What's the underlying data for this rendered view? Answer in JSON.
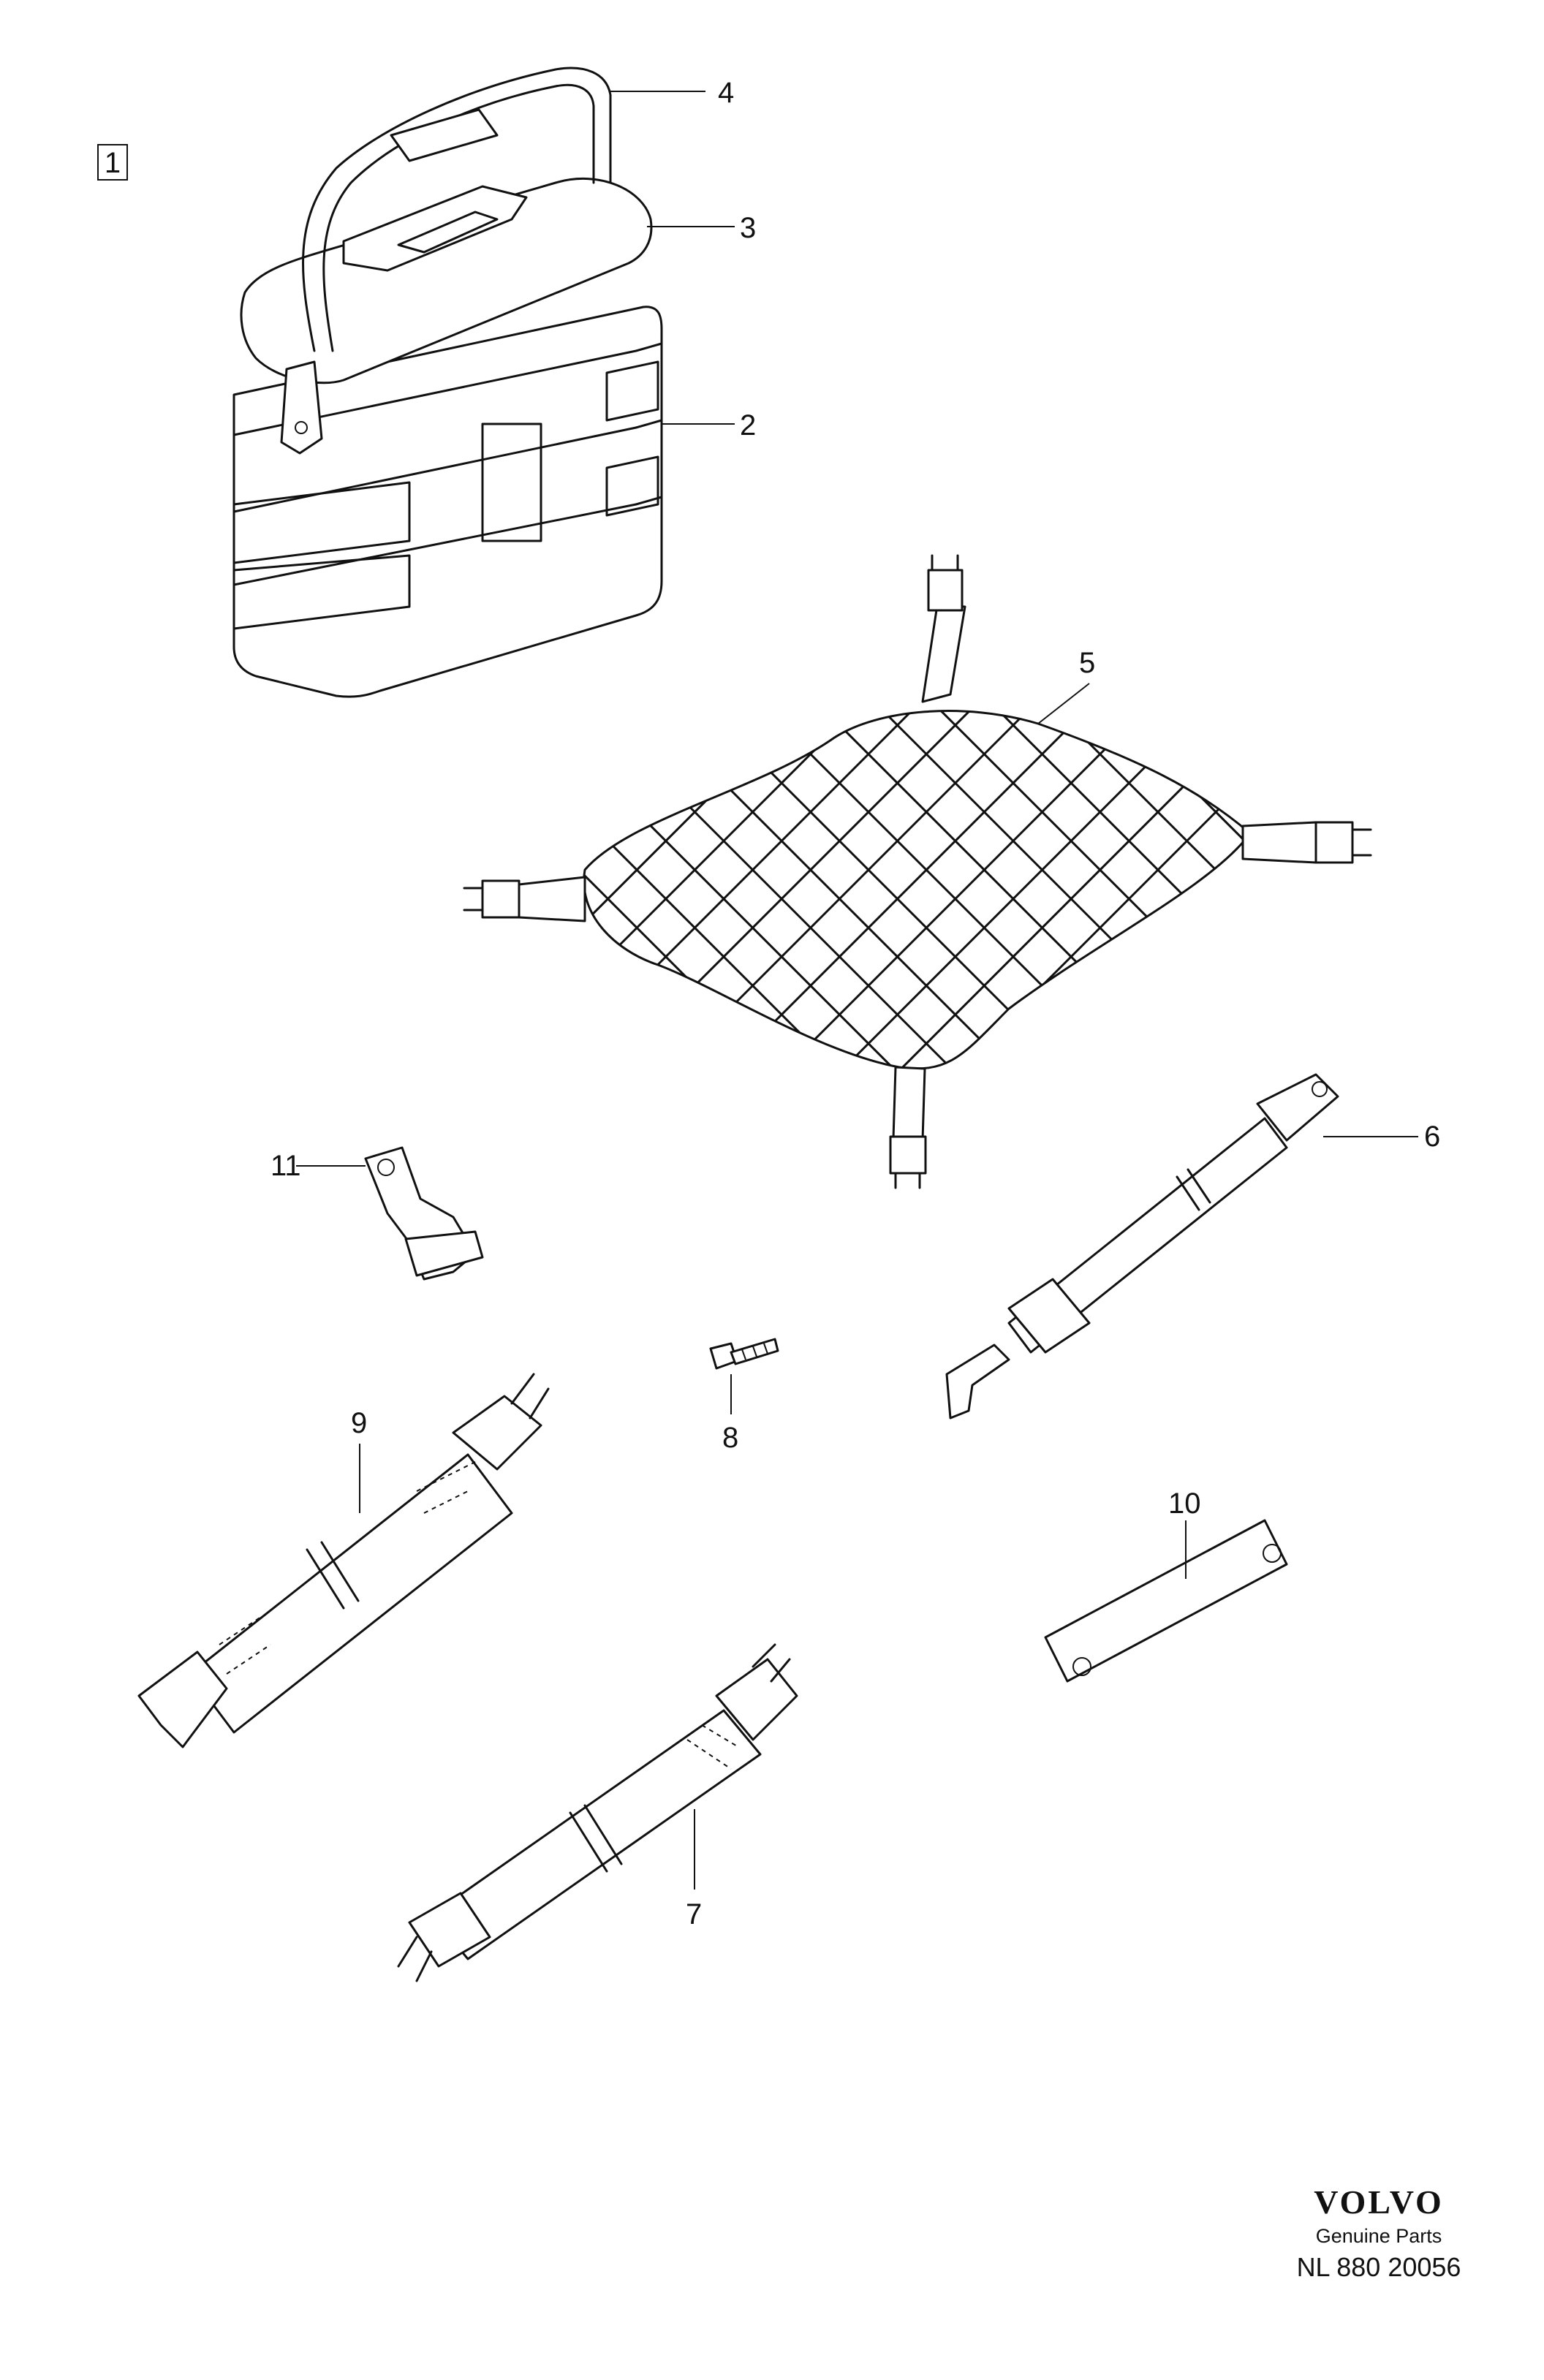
{
  "diagram": {
    "group_number": "1",
    "callouts": [
      "2",
      "3",
      "4",
      "5",
      "6",
      "7",
      "8",
      "9",
      "10",
      "11"
    ],
    "parts": [
      "storage-box-body",
      "storage-box-lid",
      "carry-strap",
      "luggage-net",
      "hook-strap",
      "buckle-strap-short",
      "screw",
      "buckle-strap-long",
      "mounting-plate",
      "buckle-bracket"
    ]
  },
  "footer": {
    "brand": "VOLVO",
    "subtitle": "Genuine Parts",
    "code": "NL 880 20056"
  }
}
